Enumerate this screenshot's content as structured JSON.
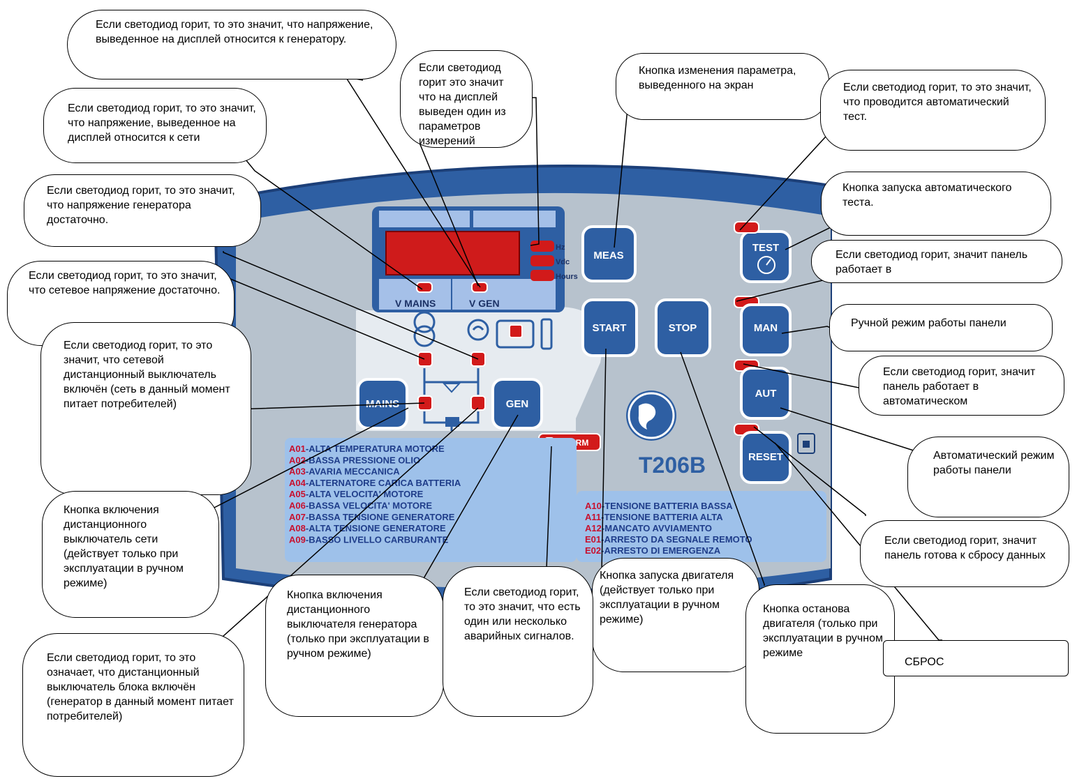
{
  "panel": {
    "readouts": {
      "v_mains": "V MAINS",
      "v_gen": "V GEN",
      "hz": "Hz",
      "vdc": "Vdc",
      "hours": "Hours"
    },
    "buttons": {
      "meas": "MEAS",
      "test": "TEST",
      "start": "START",
      "stop": "STOP",
      "man": "MAN",
      "aut": "AUT",
      "reset": "RESET",
      "mains": "MAINS",
      "gen": "GEN"
    },
    "alarm_label": "ALARM",
    "model": "T206B",
    "alarm_list_left": [
      {
        "code": "A01",
        "text": "-ALTA TEMPERATURA MOTORE"
      },
      {
        "code": "A02",
        "text": "-BASSA PRESSIONE OLIO"
      },
      {
        "code": "A03",
        "text": "-AVARIA MECCANICA"
      },
      {
        "code": "A04",
        "text": "-ALTERNATORE CARICA BATTERIA"
      },
      {
        "code": "A05",
        "text": "-ALTA VELOCITA' MOTORE"
      },
      {
        "code": "A06",
        "text": "-BASSA VELOCITA' MOTORE"
      },
      {
        "code": "A07",
        "text": "-BASSA TENSIONE GENERATORE"
      },
      {
        "code": "A08",
        "text": "-ALTA TENSIONE GENERATORE"
      },
      {
        "code": "A09",
        "text": "-BASSO LIVELLO CARBURANTE"
      }
    ],
    "alarm_list_right": [
      {
        "code": "A10",
        "text": "-TENSIONE BATTERIA BASSA"
      },
      {
        "code": "A11",
        "text": "-TENSIONE BATTERIA ALTA"
      },
      {
        "code": "A12",
        "text": "-MANCATO AVVIAMENTO"
      },
      {
        "code": "E01",
        "text": "-ARRESTO DA SEGNALE REMOTO"
      },
      {
        "code": "E02",
        "text": "-ARRESTO DI EMERGENZA"
      }
    ]
  },
  "callouts": {
    "gen_voltage_led": "Если светодиод горит, то это значит, что напряжение, выведенное на дисплей относится к генератору.",
    "meas_led": "Если светодиод горит это значит что на дисплей выведен один из параметров измерений",
    "meas_button": "Кнопка изменения параметра, выведенного на экран",
    "test_led": "Если светодиод горит, то это значит, что проводится автоматический тест.",
    "mains_voltage_led": "Если светодиод горит, то это значит, что напряжение, выведенное на дисплей относится к сети",
    "test_button": "Кнопка запуска автоматического теста.",
    "gen_ok_led": "Если светодиод горит, то это значит, что напряжение генератора достаточно.",
    "man_led": "Если светодиод горит, значит панель работает в",
    "mains_ok_led": "Если светодиод горит, то это значит, что сетевое напряжение достаточно.",
    "man_button": "Ручной режим работы панели",
    "mains_breaker_led": "Если светодиод горит, то это значит, что сетевой дистанционный выключатель включён (сеть в данный момент питает потребителей)",
    "aut_led": "Если светодиод горит, значит панель работает в автоматическом",
    "aut_button": "Автоматический режим работы панели",
    "mains_button": "Кнопка включения дистанционного выключатель сети (действует только при эксплуатации в ручном режиме)",
    "reset_led": "Если светодиод горит, значит панель готова к сбросу данных",
    "start_button": "Кнопка запуска двигателя (действует только при эксплуатации в ручном режиме)",
    "gen_button": "Кнопка включения дистанционного выключателя генератора (только при эксплуатации в ручном режиме)",
    "alarm_led": "Если светодиод горит, то это значит, что есть один или несколько аварийных сигналов.",
    "stop_button": "Кнопка останова двигателя (только при эксплуатации в ручном режиме",
    "reset_button": "СБРОС",
    "gen_breaker_led": "Если светодиод горит, то это означает, что дистанционный выключатель блока включён (генератор в данный момент питает потребителей)"
  }
}
